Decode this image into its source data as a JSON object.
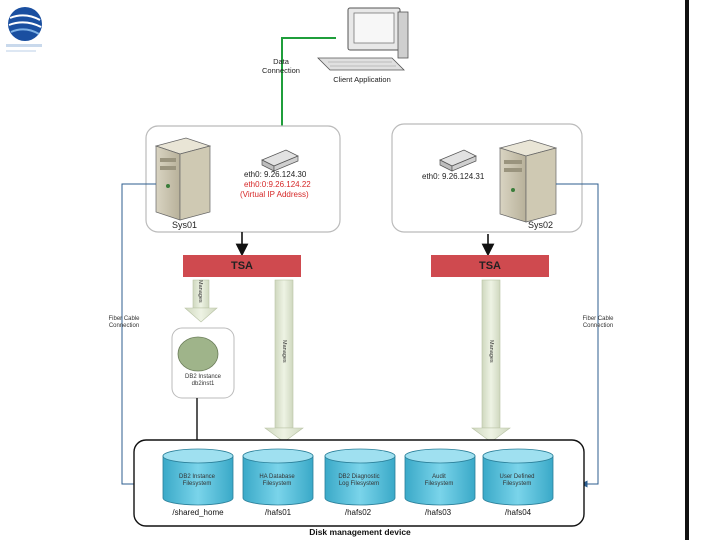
{
  "logo": {
    "name": "logo-icon",
    "colors": [
      "#1a4fa0",
      "#7fb2e6"
    ]
  },
  "client": {
    "label": "Client Application",
    "connection_label": "Data\nConnection"
  },
  "systems": [
    {
      "name": "Sys01",
      "eth0": "eth0: 9.26.124.30",
      "virtual_ip": "eth0:0:9.26.124.22",
      "virtual_ip_note": "(Virtual IP Address)"
    },
    {
      "name": "Sys02",
      "eth0": "eth0: 9.26.124.31"
    }
  ],
  "tsa": {
    "label": "TSA",
    "color": "#cf4a4f"
  },
  "manages_label": "Manages",
  "fiber": {
    "left_label": "Fiber Cable\nConnection",
    "right_label": "Fiber Cable\nConnection"
  },
  "db2_instance": {
    "label": "DB2 Instance\ndb2inst1",
    "color": "#9fb48a"
  },
  "filesystems": [
    {
      "title": "DB2 Instance\nFilesystem",
      "mount": "/shared_home"
    },
    {
      "title": "HA Database\nFilesystem",
      "mount": "/hafs01"
    },
    {
      "title": "DB2 Diagnostic\nLog Filesystem",
      "mount": "/hafs02"
    },
    {
      "title": "Audit\nFilesystem",
      "mount": "/hafs03"
    },
    {
      "title": "User Defined\nFilesystem",
      "mount": "/hafs04"
    }
  ],
  "disk_device": {
    "label": "Disk management device"
  },
  "colors": {
    "cylinder": "#5bc1dc",
    "arrow_fill": "#dfe8cf",
    "connection_line": "#1f9e3b"
  }
}
